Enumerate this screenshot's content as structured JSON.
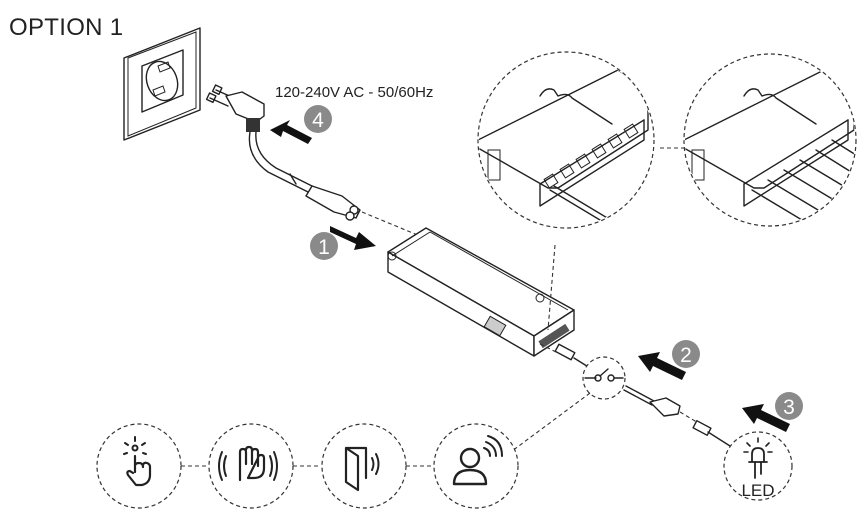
{
  "title": "OPTION 1",
  "power_spec": "120-240V AC - 50/60Hz",
  "steps": [
    {
      "number": "1",
      "action": "connect mains cable to driver"
    },
    {
      "number": "2",
      "action": "connect switch/sensor to driver"
    },
    {
      "number": "3",
      "action": "connect LED to switch/sensor"
    },
    {
      "number": "4",
      "action": "plug into wall socket"
    }
  ],
  "step_labels": {
    "s1": "1",
    "s2": "2",
    "s3": "3",
    "s4": "4"
  },
  "led_label": "LED",
  "sensor_icons": [
    "touch-sensor",
    "hand-wave-sensor",
    "door-sensor",
    "presence-sensor"
  ],
  "colors": {
    "badge": "#8a8a8a",
    "ink": "#222222",
    "background": "#ffffff"
  }
}
